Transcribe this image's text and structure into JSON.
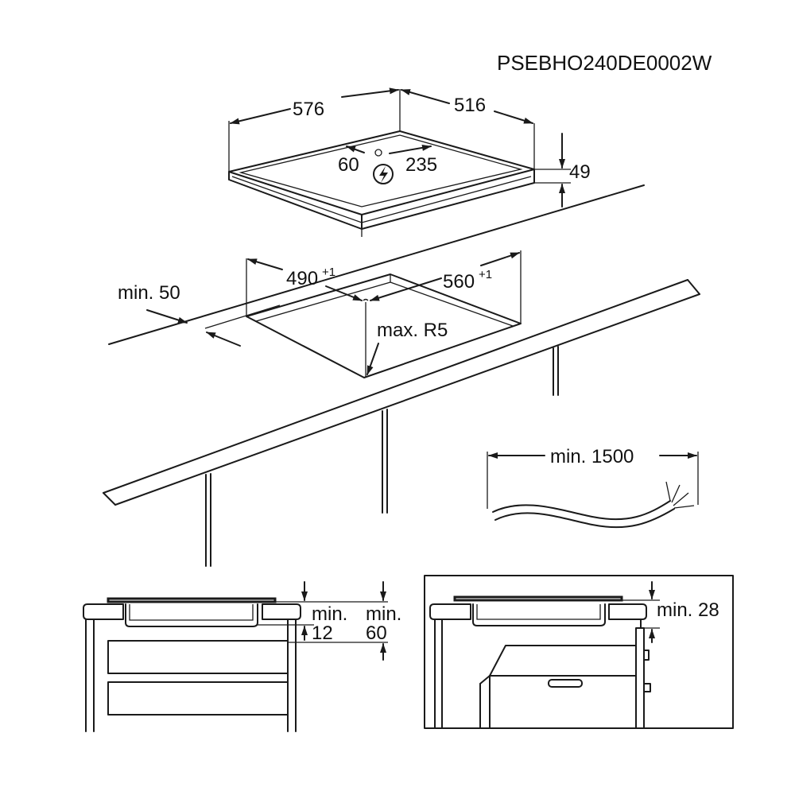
{
  "code": "PSEBHO240DE0002W",
  "hob": {
    "width": "576",
    "depth": "516",
    "height": "49",
    "conn_left": "60",
    "conn_right": "235"
  },
  "cutout": {
    "width": "490",
    "width_tol": "+1",
    "depth": "560",
    "depth_tol": "+1",
    "edge_min": "min. 50",
    "radius": "max. R5"
  },
  "cable": {
    "length": "min. 1500"
  },
  "left_section": {
    "label_a_line1": "min.",
    "label_a_line2": "12",
    "label_b_line1": "min.",
    "label_b_line2": "60"
  },
  "right_section": {
    "label": "min. 28"
  },
  "icons": {
    "power": "electrical-connection-icon",
    "arrow": "dimension-arrow-icon"
  },
  "colors": {
    "line": "#1a1a1a",
    "background": "#ffffff"
  }
}
